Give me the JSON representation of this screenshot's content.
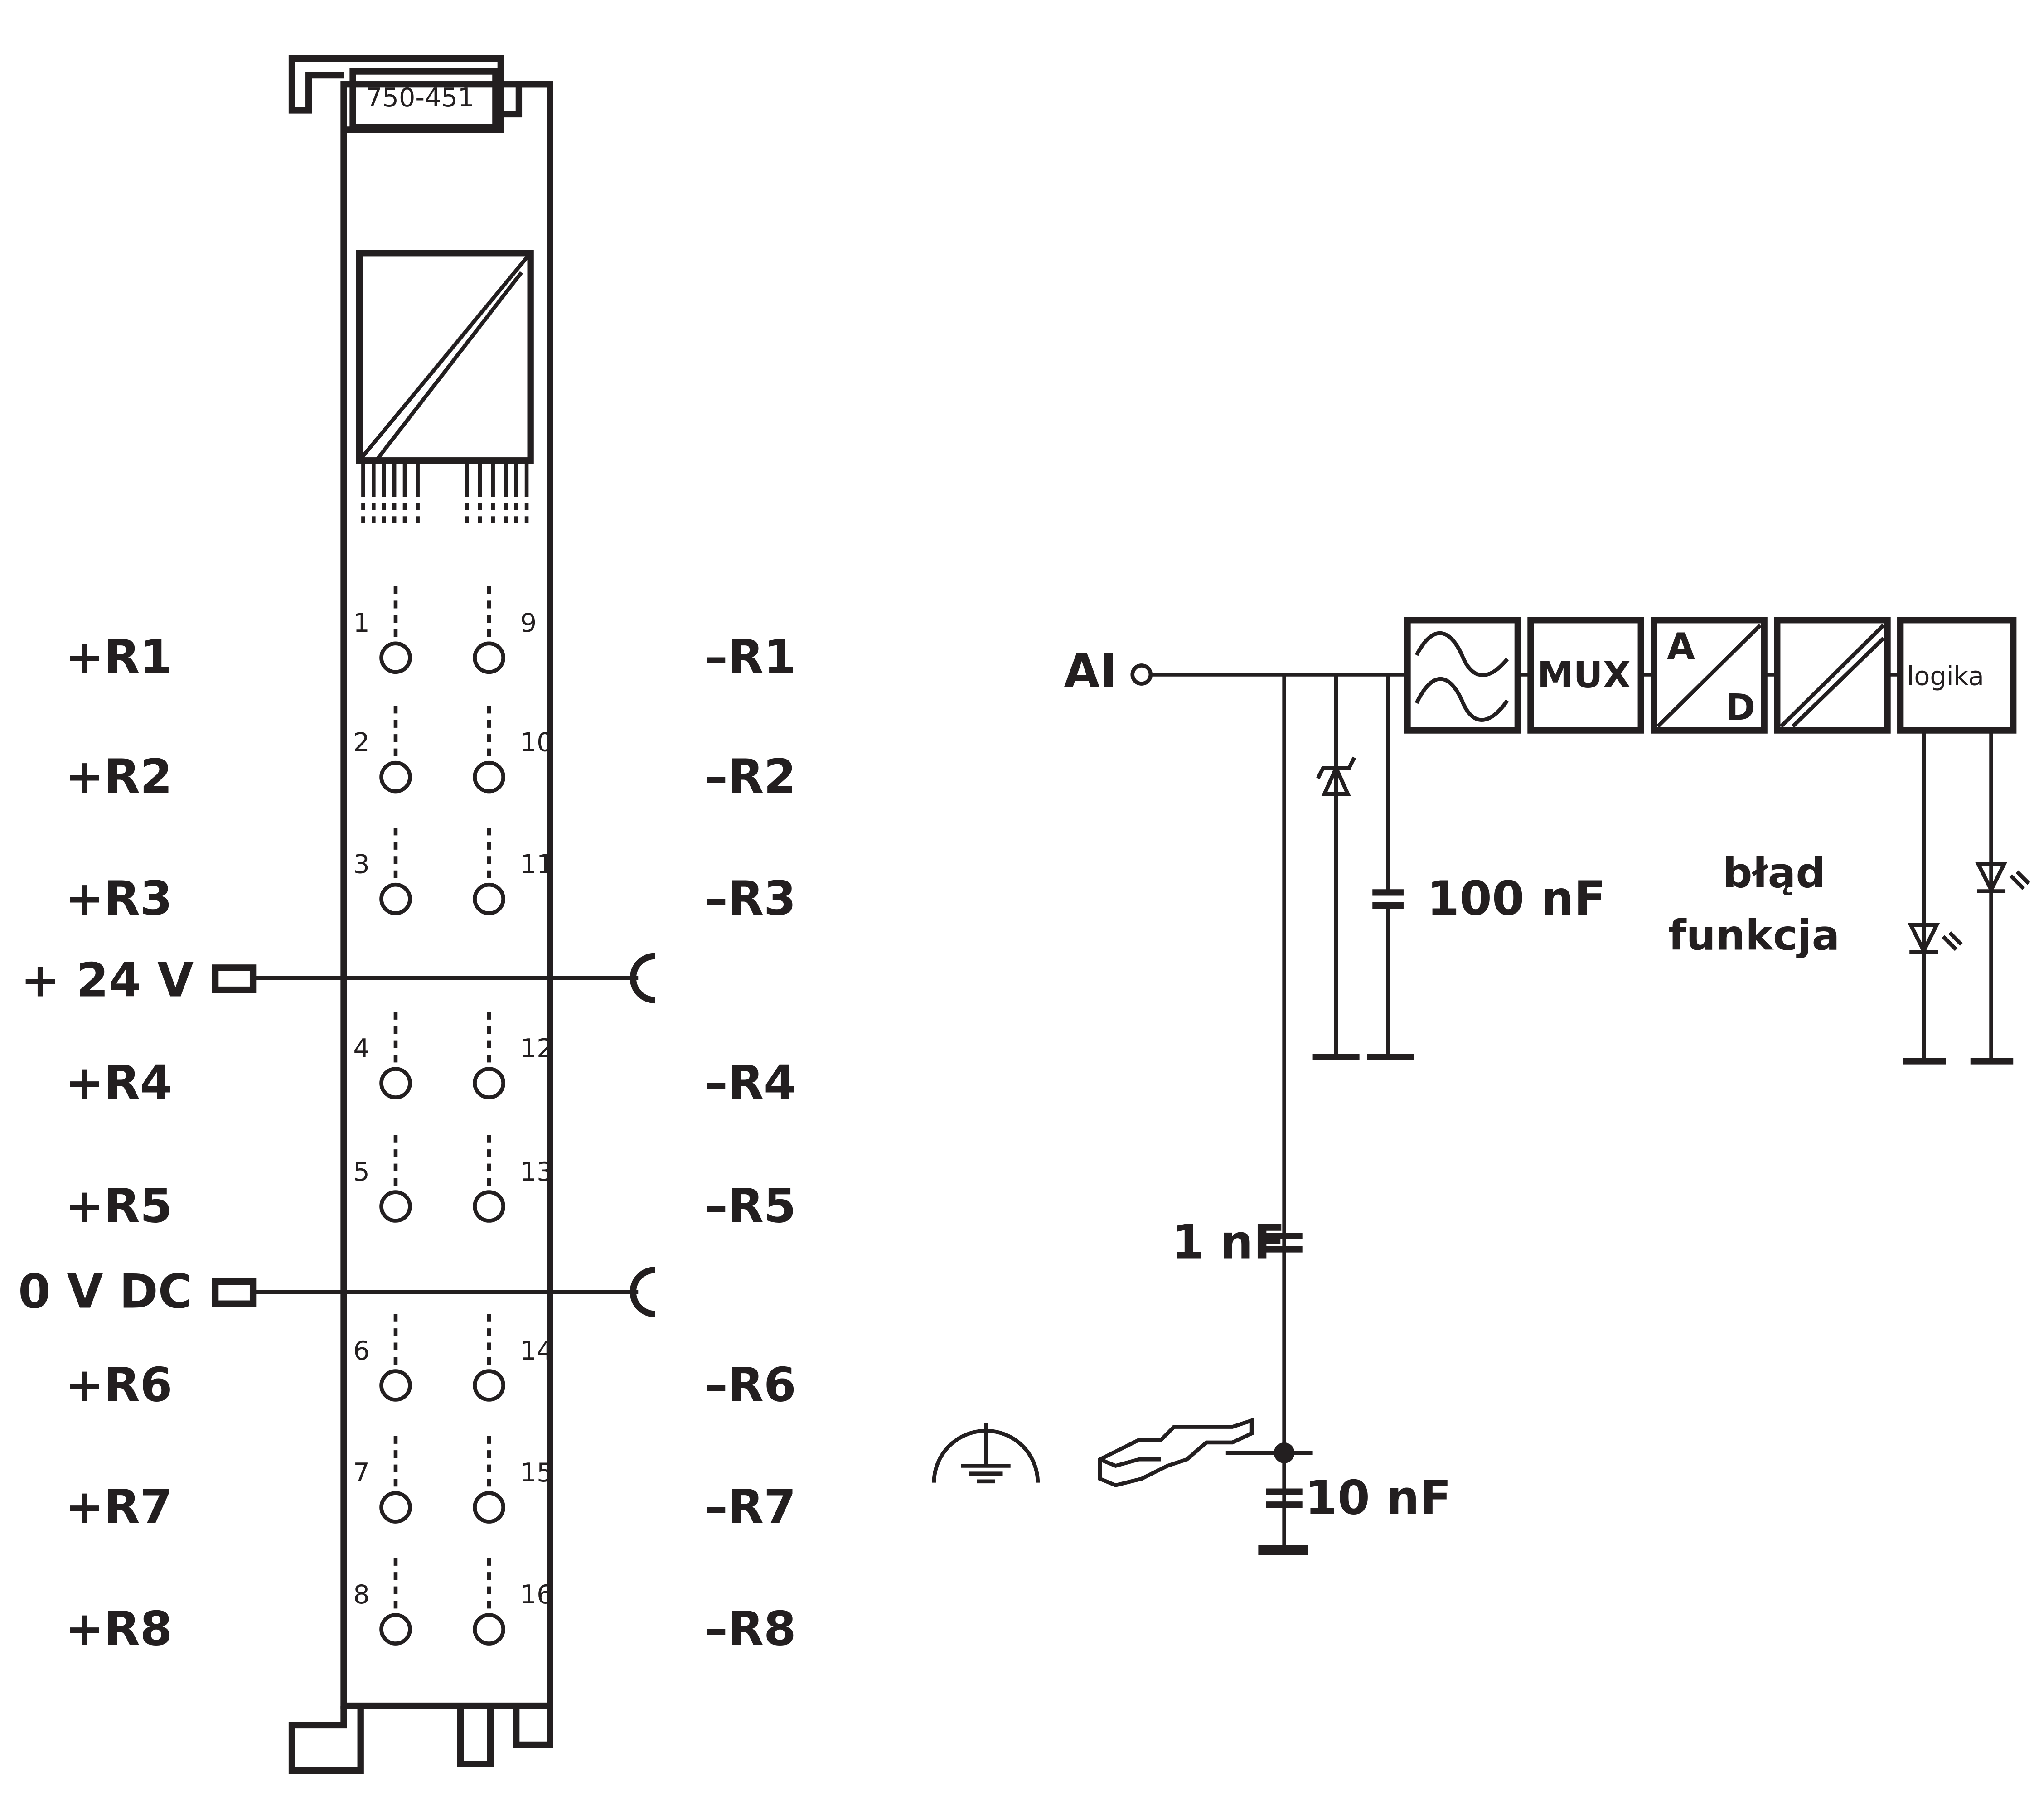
{
  "module": {
    "part_number": "750-451",
    "left_labels": [
      "+R1",
      "+R2",
      "+R3",
      "+R4",
      "+R5",
      "+R6",
      "+R7",
      "+R8"
    ],
    "right_labels": [
      "–R1",
      "–R2",
      "–R3",
      "–R4",
      "–R5",
      "–R6",
      "–R7",
      "–R8"
    ],
    "left_terminals": [
      "1",
      "2",
      "3",
      "4",
      "5",
      "6",
      "7",
      "8"
    ],
    "right_terminals": [
      "9",
      "10",
      "11",
      "12",
      "13",
      "14",
      "15",
      "16"
    ],
    "supply_24v": "+ 24 V",
    "supply_0v": "0 V DC"
  },
  "schematic": {
    "input_label": "AI",
    "blocks": [
      "MUX",
      "A",
      "D",
      "logika"
    ],
    "cap_100": "100 nF",
    "cap_1": "1 nF",
    "cap_10": "10 nF",
    "led_error": "błąd",
    "led_function": "funkcja"
  },
  "colors": {
    "ink": "#231f20"
  }
}
